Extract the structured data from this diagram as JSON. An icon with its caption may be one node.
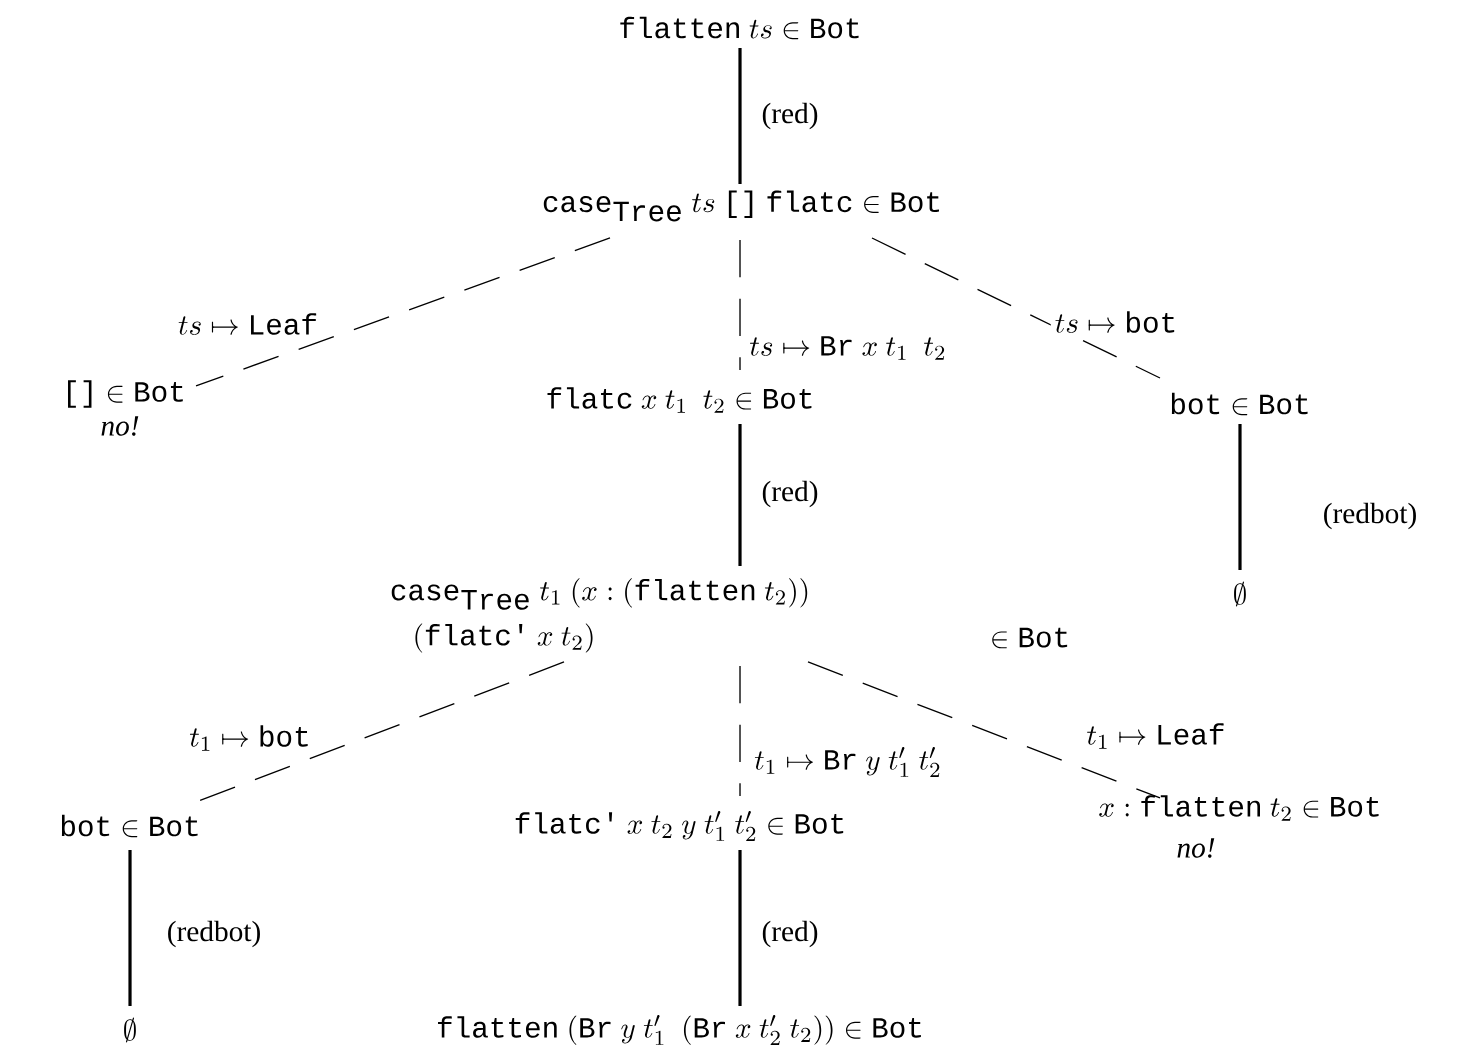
{
  "diagram": {
    "nodes": [
      {
        "text": [
          "\\texttt{flatten}\\ ts \\in \\texttt{Bot}"
        ]
      },
      {
        "text": [
          "\\texttt{case}_{\\texttt{Tree}}\\ ts\\ \\texttt{[]}\\ \\texttt{flatc} \\in \\texttt{Bot}"
        ]
      },
      {
        "text": [
          "\\texttt{[]} \\in \\texttt{Bot}"
        ],
        "beside": [
          "no!"
        ]
      },
      {
        "text": [
          "\\texttt{flatc}\\ x\\ t_1\\ \\ t_2 \\in \\texttt{Bot}"
        ]
      },
      {
        "text": [
          "\\texttt{bot} \\in \\texttt{Bot}"
        ]
      },
      {
        "text": [
          "\\emptyset"
        ]
      },
      {
        "text": [
          "\\texttt{case}_{\\texttt{Tree}}\\ t_1\\ (x : (\\texttt{flatten}\\ t_2))",
          "(\\texttt{flatc'}\\ x\\ t_2)",
          "\\in \\texttt{Bot}"
        ]
      },
      {
        "text": [
          "\\texttt{bot} \\in \\texttt{Bot}"
        ]
      },
      {
        "text": [
          "\\texttt{flatc'}\\ x\\ t_2\\ y\\ t_1'\\ t_2' \\in \\texttt{Bot}"
        ]
      },
      {
        "text": [
          "x : \\texttt{flatten}\\ t_2 \\in \\texttt{Bot}"
        ],
        "beside": [
          "no!"
        ]
      },
      {
        "text": [
          "\\emptyset"
        ]
      },
      {
        "text": [
          "\\texttt{flatten}\\ (\\texttt{Br}\\ y\\ t_1'\\ \\ (\\texttt{Br}\\ x\\ t_2'\\ t_2)) \\in \\texttt{Bot}"
        ]
      }
    ],
    "edges": [
      {
        "from": 0,
        "to": 1,
        "arrow": "none",
        "label": "(red)"
      },
      {
        "from": 1,
        "to": 2,
        "arrow": "none",
        "style": "dashed",
        "label": "ts \\mapsto \\texttt{Leaf}"
      },
      {
        "from": 1,
        "to": 3,
        "arrow": "none",
        "style": "dashed",
        "label": "ts \\mapsto \\texttt{Br}\\ x\\ t_1\\ \\ t_2"
      },
      {
        "from": 1,
        "to": 4,
        "arrow": "none",
        "style": "dashed",
        "label": "ts \\mapsto \\texttt{bot}"
      },
      {
        "from": 4,
        "to": 5,
        "arrow": "none",
        "label": "(redbot)"
      },
      {
        "from": 3,
        "to": 6,
        "arrow": "none",
        "label": "(red)"
      },
      {
        "from": 6,
        "to": 7,
        "arrow": "none",
        "style": "dashed",
        "label": "t_1 \\mapsto \\texttt{bot}"
      },
      {
        "from": 6,
        "to": 8,
        "arrow": "none",
        "style": "dashed",
        "label": "t_1 \\mapsto \\texttt{Br}\\ y\\ t_1'\\ t_2'"
      },
      {
        "from": 6,
        "to": 9,
        "arrow": "none",
        "style": "dashed",
        "label": "t_1 \\mapsto \\texttt{Leaf}"
      },
      {
        "from": 7,
        "to": 10,
        "arrow": "none",
        "label": "(redbot)"
      },
      {
        "from": 8,
        "to": 11,
        "arrow": "none",
        "label": "(red)"
      }
    ]
  }
}
